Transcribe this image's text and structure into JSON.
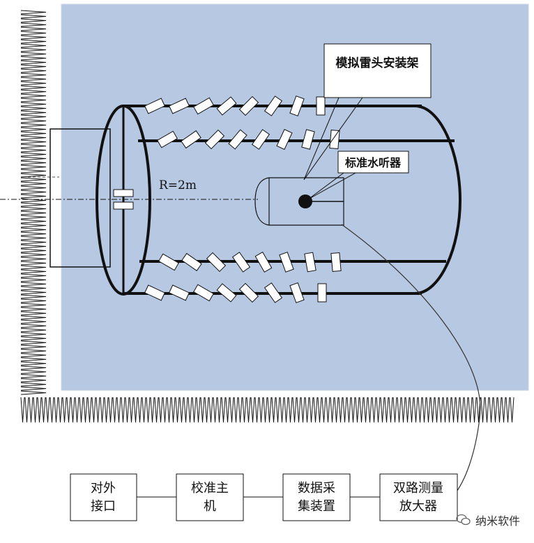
{
  "labels": {
    "mount": "模拟雷头安装架",
    "hydrophone": "标准水听器",
    "radius": "R=2m"
  },
  "flow": [
    {
      "line1": "对外",
      "line2": "接口"
    },
    {
      "line1": "校准主",
      "line2": "机"
    },
    {
      "line1": "数据采",
      "line2": "集装置"
    },
    {
      "line1": "双路测量",
      "line2": "放大器"
    }
  ],
  "watermark": {
    "text": "纳米软件",
    "icon": "wechat-icon"
  },
  "colors": {
    "tank": "#b7c8e2",
    "stroke": "#111111",
    "box": "#ffffff"
  }
}
